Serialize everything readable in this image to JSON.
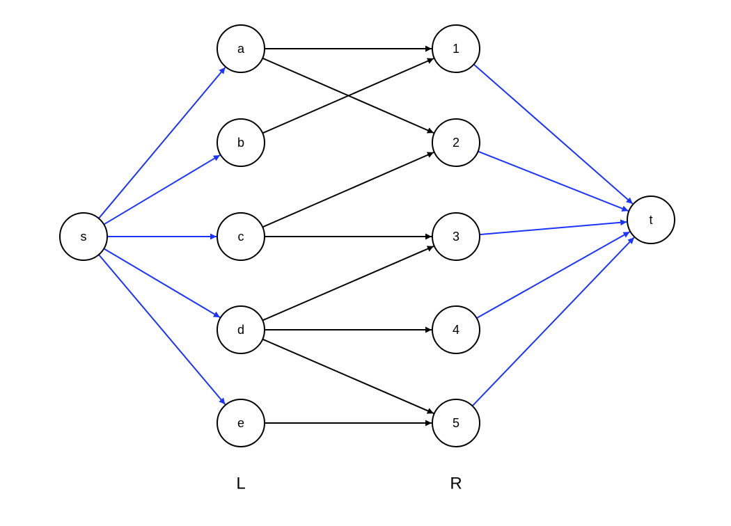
{
  "diagram": {
    "type": "bipartite-flow-network",
    "colors": {
      "source_sink_edge": "#1a33ff",
      "matching_edge": "#000000",
      "node_stroke": "#000000",
      "node_fill": "#ffffff"
    },
    "nodes": [
      {
        "id": "s",
        "label": "s",
        "group": "source"
      },
      {
        "id": "a",
        "label": "a",
        "group": "L"
      },
      {
        "id": "b",
        "label": "b",
        "group": "L"
      },
      {
        "id": "c",
        "label": "c",
        "group": "L"
      },
      {
        "id": "d",
        "label": "d",
        "group": "L"
      },
      {
        "id": "e",
        "label": "e",
        "group": "L"
      },
      {
        "id": "1",
        "label": "1",
        "group": "R"
      },
      {
        "id": "2",
        "label": "2",
        "group": "R"
      },
      {
        "id": "3",
        "label": "3",
        "group": "R"
      },
      {
        "id": "4",
        "label": "4",
        "group": "R"
      },
      {
        "id": "5",
        "label": "5",
        "group": "R"
      },
      {
        "id": "t",
        "label": "t",
        "group": "sink"
      }
    ],
    "edges": [
      {
        "from": "s",
        "to": "a",
        "kind": "source_sink_edge"
      },
      {
        "from": "s",
        "to": "b",
        "kind": "source_sink_edge"
      },
      {
        "from": "s",
        "to": "c",
        "kind": "source_sink_edge"
      },
      {
        "from": "s",
        "to": "d",
        "kind": "source_sink_edge"
      },
      {
        "from": "s",
        "to": "e",
        "kind": "source_sink_edge"
      },
      {
        "from": "a",
        "to": "1",
        "kind": "matching_edge"
      },
      {
        "from": "a",
        "to": "2",
        "kind": "matching_edge"
      },
      {
        "from": "b",
        "to": "1",
        "kind": "matching_edge"
      },
      {
        "from": "c",
        "to": "2",
        "kind": "matching_edge"
      },
      {
        "from": "c",
        "to": "3",
        "kind": "matching_edge"
      },
      {
        "from": "d",
        "to": "3",
        "kind": "matching_edge"
      },
      {
        "from": "d",
        "to": "4",
        "kind": "matching_edge"
      },
      {
        "from": "d",
        "to": "5",
        "kind": "matching_edge"
      },
      {
        "from": "e",
        "to": "5",
        "kind": "matching_edge"
      },
      {
        "from": "1",
        "to": "t",
        "kind": "source_sink_edge"
      },
      {
        "from": "2",
        "to": "t",
        "kind": "source_sink_edge"
      },
      {
        "from": "3",
        "to": "t",
        "kind": "source_sink_edge"
      },
      {
        "from": "4",
        "to": "t",
        "kind": "source_sink_edge"
      },
      {
        "from": "5",
        "to": "t",
        "kind": "source_sink_edge"
      }
    ],
    "group_labels": {
      "L": "L",
      "R": "R"
    }
  }
}
